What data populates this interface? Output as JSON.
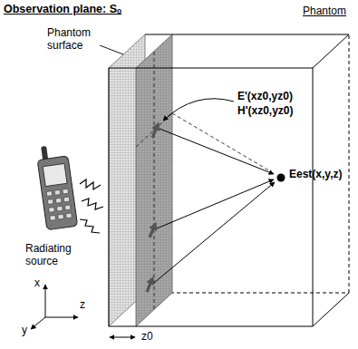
{
  "diagram": {
    "labels": [
      "Observation plane: Sₒ",
      "Phantom",
      "Phantom surface",
      "E'(xz0,yz0)",
      "H'(xz0,yz0)",
      "Eest(x,y,z)",
      "Radiating source",
      "x",
      "y",
      "z",
      "z0"
    ]
  }
}
